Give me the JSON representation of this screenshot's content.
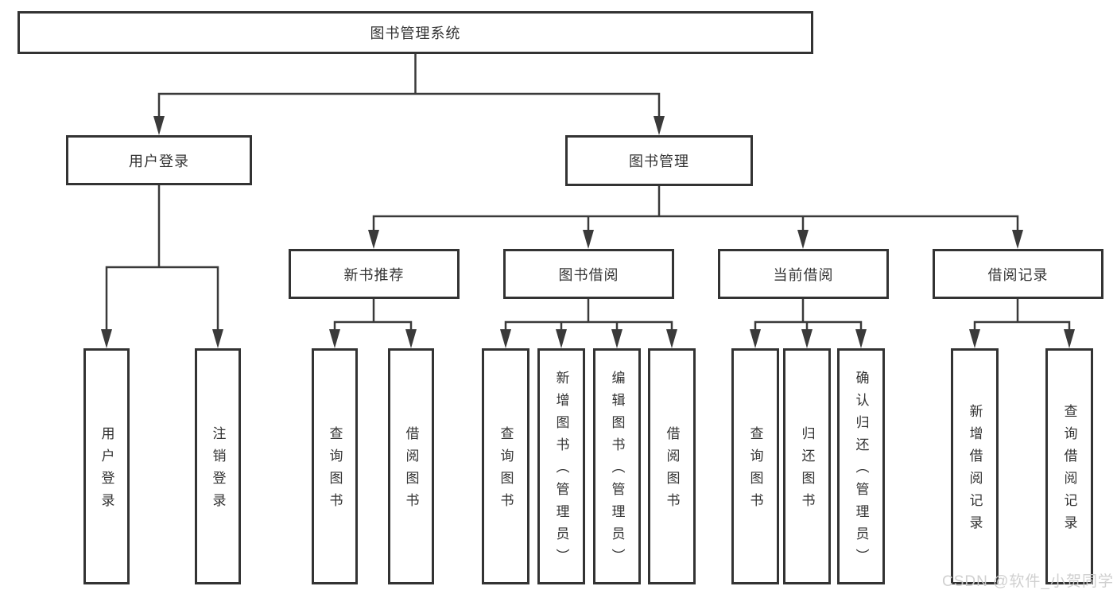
{
  "colors": {
    "line": "#3a3a3a",
    "box_border": "#333333",
    "text": "#333333",
    "background": "#ffffff",
    "watermark": "#cdcdcd"
  },
  "watermark": "CSDN @软件_小贺同学",
  "tree": {
    "root": {
      "label": "图书管理系统",
      "children": [
        {
          "label": "用户登录",
          "children": [
            {
              "label": "用户登录"
            },
            {
              "label": "注销登录"
            }
          ]
        },
        {
          "label": "图书管理",
          "children": [
            {
              "label": "新书推荐",
              "children": [
                {
                  "label": "查询图书"
                },
                {
                  "label": "借阅图书"
                }
              ]
            },
            {
              "label": "图书借阅",
              "children": [
                {
                  "label": "查询图书"
                },
                {
                  "label": "新增图书（管理员）"
                },
                {
                  "label": "编辑图书（管理员）"
                },
                {
                  "label": "借阅图书"
                }
              ]
            },
            {
              "label": "当前借阅",
              "children": [
                {
                  "label": "查询图书"
                },
                {
                  "label": "归还图书"
                },
                {
                  "label": "确认归还（管理员）"
                }
              ]
            },
            {
              "label": "借阅记录",
              "children": [
                {
                  "label": "新增借阅记录"
                },
                {
                  "label": "查询借阅记录"
                }
              ]
            }
          ]
        }
      ]
    }
  }
}
